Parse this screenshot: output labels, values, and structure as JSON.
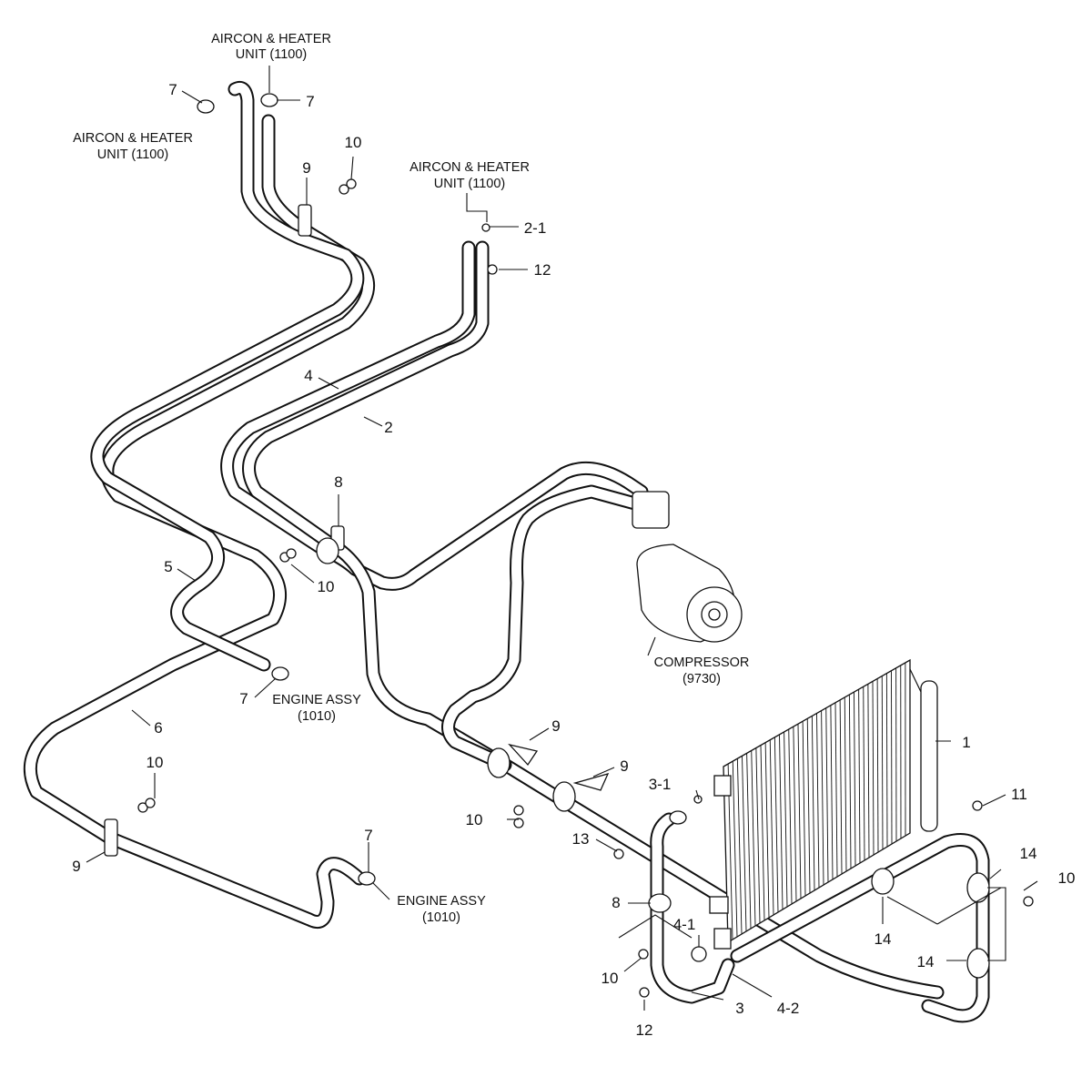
{
  "callouts": {
    "c1": "1",
    "c2": "2",
    "c2_1": "2-1",
    "c3": "3",
    "c3_1": "3-1",
    "c4": "4",
    "c4_1": "4-1",
    "c4_2": "4-2",
    "c5": "5",
    "c6": "6",
    "c7": "7",
    "c8": "8",
    "c9": "9",
    "c10": "10",
    "c11": "11",
    "c12": "12",
    "c13": "13",
    "c14": "14"
  },
  "captions": {
    "aircon_heater_l1": "AIRCON & HEATER",
    "aircon_heater_l2": "UNIT (1100)",
    "engine_assy_l1": "ENGINE ASSY",
    "engine_assy_l2": "(1010)",
    "compressor_l1": "COMPRESSOR",
    "compressor_l2": "(9730)"
  }
}
